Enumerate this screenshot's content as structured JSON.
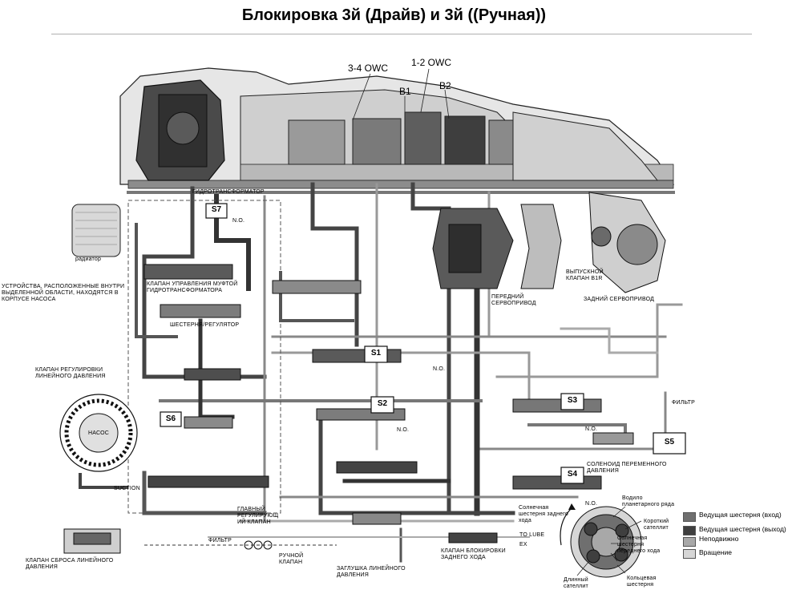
{
  "title": "Блокировка 3й (Драйв) и 3й ((Ручная))",
  "top_labels": {
    "owc34": "3-4 OWC",
    "owc12": "1-2 OWC",
    "b1": "B1",
    "b2": "B2"
  },
  "solenoids": {
    "s1": "S1",
    "s2": "S2",
    "s3": "S3",
    "s4": "S4",
    "s5": "S5",
    "s6": "S6",
    "s7": "S7"
  },
  "labels": {
    "radiator": "радиатор",
    "pump_area": "УСТРОЙСТВА, РАСПОЛОЖЕННЫЕ ВНУТРИ\nВЫДЕЛЕННОЙ ОБЛАСТИ, НАХОДЯТСЯ В\nКОРПУСЕ НАСОСА",
    "converter_clutch_valve": "КЛАПАН УПРАВЛЕНИЯ МУФТОЙ\nГИДРОТРАНСФОРМАТОРА",
    "line_pressure_reg": "КЛАПАН РЕГУЛИРОВКИ\nЛИНЕЙНОГО ДАВЛЕНИЯ",
    "pump": "НАСОС",
    "suction": "SUCTION",
    "main_reg": "ГЛАВНЫЙ\nРЕГУЛИРУЮЩ\nИЙ КЛАПАН",
    "relief_valve": "КЛАПАН СБРОСА ЛИНЕЙНОГО\nДАВЛЕНИЯ",
    "filter_bottom": "ФИЛЬТР",
    "manual_valve": "РУЧНОЙ\nКЛАПАН",
    "line_plug": "ЗАГЛУШКА ЛИНЕЙНОГО\nДАВЛЕНИЯ",
    "reverse_lock": "КЛАПАН БЛОКИРОВКИ\nЗАДНЕГО ХОДА",
    "front_servo": "ПЕРЕДНИЙ\nСЕРВОПРИВОД",
    "exhaust_b1r": "ВЫПУСКНОЙ\nКЛАПАН B1R",
    "rear_servo": "ЗАДНИЙ СЕРВОПРИВОД",
    "filter_right": "ФИЛЬТР",
    "var_solenoid": "СОЛЕНОИД ПЕРЕМЕННОГО\nДАВЛЕНИЯ",
    "reverse_gear": "Солнечная\nшестерня заднего\nхода",
    "planet_carrier": "Водило\nпланетарного ряда",
    "short_sat": "Короткий\nсателлит",
    "sun_forward": "Солнечная\nшестерня\nпереднего хода",
    "long_sat": "Длинный\nсателлит",
    "ring_gear": "Кольцевая\nшестерня",
    "n_o_1": "N.O.",
    "n_o_2": "N.O.",
    "n_o_3": "N.O.",
    "n_o_4": "N.O.",
    "n_o_5": "N.O.",
    "to_lube": "TO LUBE",
    "exhaust": "EX",
    "converter_label": "ГИДРОТРАНСФОРМАТОР",
    "gear_pos": "ШЕСТЕРНЯ/РЕГУЛЯТОР"
  },
  "legend": [
    {
      "label": "Ведущая шестерня (вход)",
      "color": "#6f6f6f"
    },
    {
      "label": "Ведущая шестерня (выход)",
      "color": "#3f3f3f"
    },
    {
      "label": "Неподвижно",
      "color": "#a8a8a8"
    },
    {
      "label": "Вращение",
      "color": "#d6d6d6"
    }
  ],
  "colors": {
    "dark": "#3c3c3c",
    "mid": "#7a7a7a",
    "light": "#b8b8b8",
    "line": "#222222"
  }
}
